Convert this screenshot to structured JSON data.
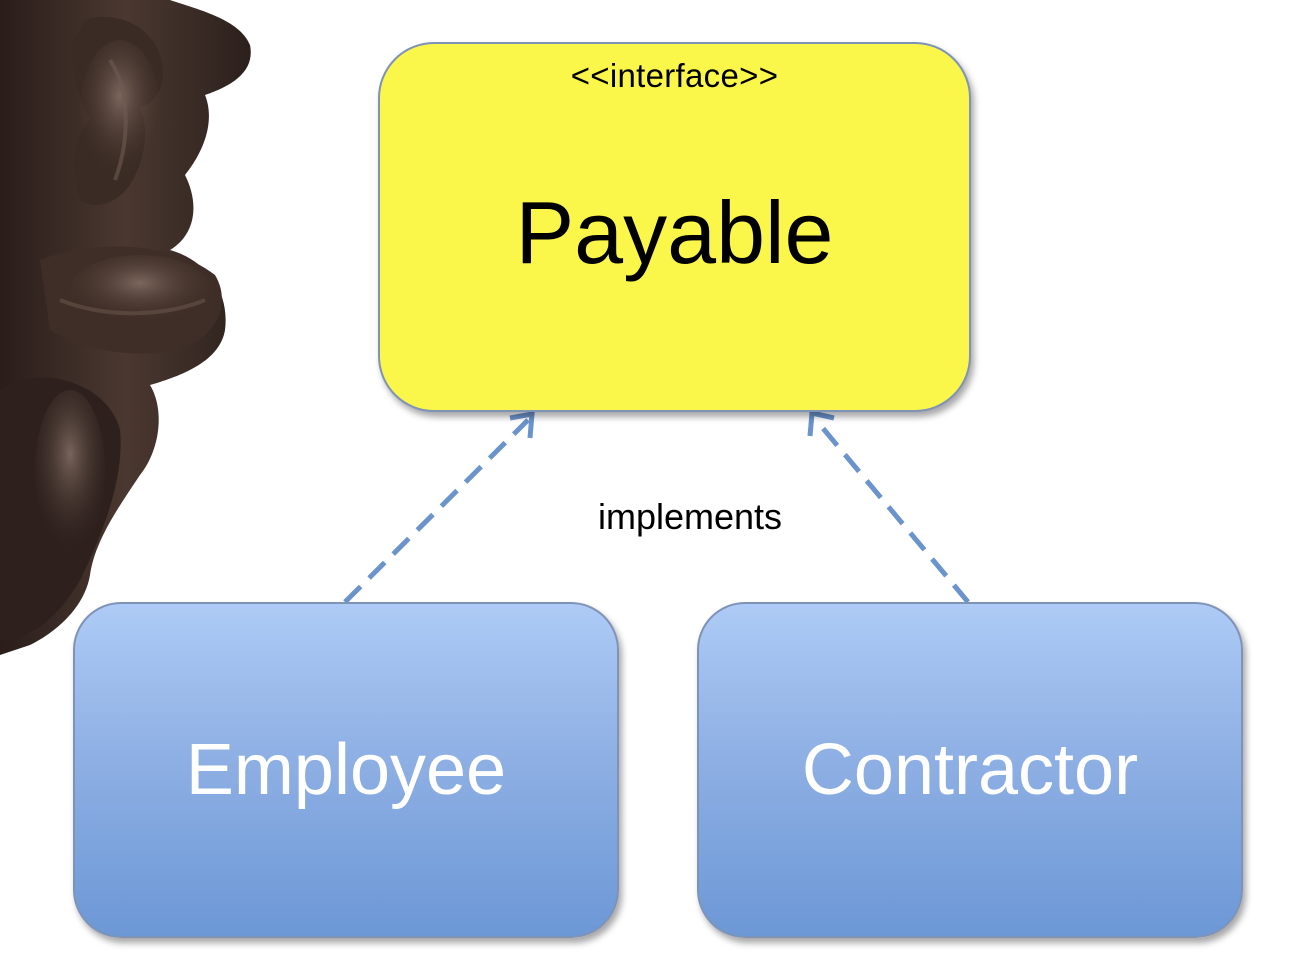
{
  "interface": {
    "stereotype": "<<interface>>",
    "name": "Payable"
  },
  "classes": [
    {
      "name": "Employee"
    },
    {
      "name": "Contractor"
    }
  ],
  "relation": {
    "label": "implements"
  },
  "colors": {
    "interface_fill": "#fbf74a",
    "class_fill_top": "#aecbf6",
    "class_fill_bottom": "#6c98d6",
    "arrow": "#6b93cc",
    "box_border": "#7f93b7"
  }
}
